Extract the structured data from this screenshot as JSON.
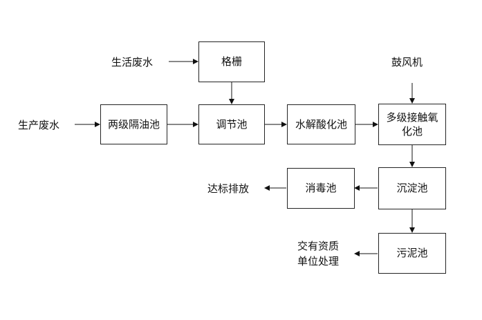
{
  "inputs": {
    "domestic_wastewater": "生活废水",
    "production_wastewater": "生产废水",
    "blower": "鼓风机"
  },
  "units": {
    "grille": "格栅",
    "oil_separator": "两级隔油池",
    "equalization_tank": "调节池",
    "hydrolysis_acidification": "水解酸化池",
    "contact_oxidation_line1": "多级接触氧",
    "contact_oxidation_line2": "化池",
    "sedimentation_tank": "沉淀池",
    "disinfection_tank": "消毒池",
    "sludge_tank": "污泥池"
  },
  "outputs": {
    "discharge": "达标排放",
    "sludge_disposal_line1": "交有资质",
    "sludge_disposal_line2": "单位处理"
  }
}
